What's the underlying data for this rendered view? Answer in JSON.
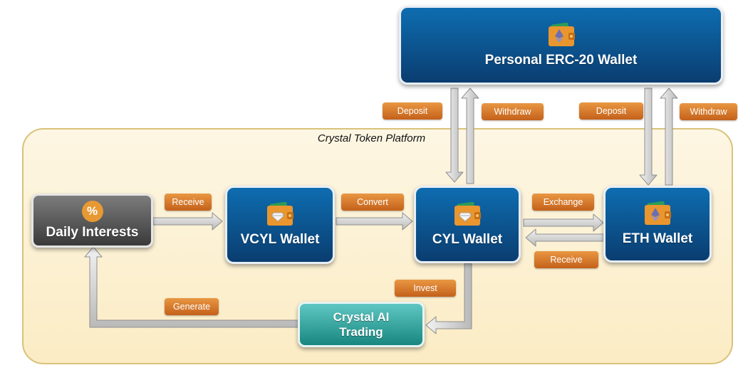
{
  "platform": {
    "title": "Crystal Token Platform"
  },
  "nodes": {
    "personal_wallet": "Personal ERC-20 Wallet",
    "daily_interests": "Daily Interests",
    "percent_symbol": "%",
    "vcyl_wallet": "VCYL Wallet",
    "cyl_wallet": "CYL Wallet",
    "eth_wallet": "ETH Wallet",
    "ai_trading_line1": "Crystal AI",
    "ai_trading_line2": "Trading"
  },
  "edges": {
    "deposit_cyl": "Deposit",
    "withdraw_cyl": "Withdraw",
    "deposit_eth": "Deposit",
    "withdraw_eth": "Withdraw",
    "receive_interest": "Receive",
    "convert": "Convert",
    "exchange": "Exchange",
    "receive_eth": "Receive",
    "invest": "Invest",
    "generate": "Generate"
  },
  "icons": {
    "wallet": "wallet-icon",
    "eth": "ethereum-icon",
    "diamond": "diamond-icon",
    "percent": "percent-icon"
  },
  "colors": {
    "blue_box": "#0a4f8c",
    "tag": "#d97a2b",
    "platform_bg": "#fcf1d3",
    "platform_border": "#d9c27a",
    "ai_box": "#2aa39b",
    "interest_box": "#555555"
  }
}
